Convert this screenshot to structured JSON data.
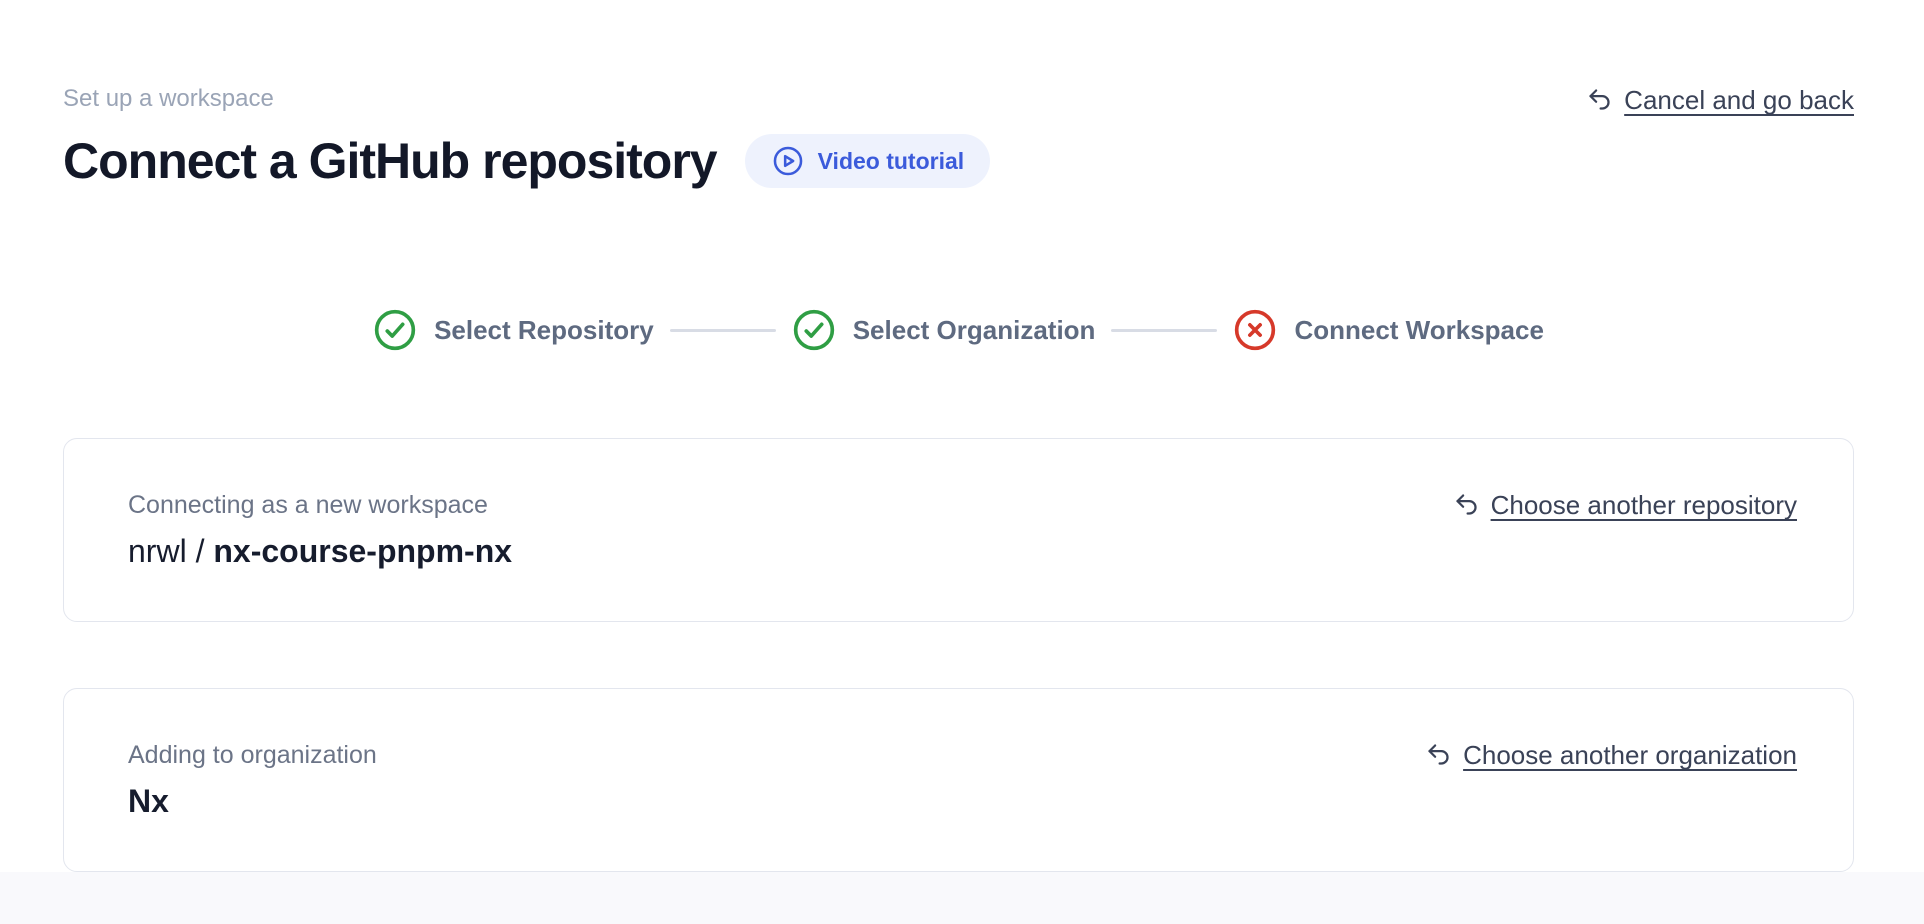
{
  "header": {
    "eyebrow": "Set up a workspace",
    "title": "Connect a GitHub repository",
    "video_tutorial_label": "Video tutorial",
    "cancel_label": "Cancel and go back"
  },
  "stepper": {
    "steps": [
      {
        "label": "Select Repository",
        "status": "complete"
      },
      {
        "label": "Select Organization",
        "status": "complete"
      },
      {
        "label": "Connect Workspace",
        "status": "error"
      }
    ]
  },
  "repository_card": {
    "label": "Connecting as a new workspace",
    "owner": "nrwl",
    "separator": " / ",
    "repo_name": "nx-course-pnpm-nx",
    "change_link_label": "Choose another repository"
  },
  "organization_card": {
    "label": "Adding to organization",
    "value": "Nx",
    "change_link_label": "Choose another organization"
  },
  "icons": {
    "video_tutorial": "circle-play-icon",
    "cancel": "undo-arrow-icon",
    "step_complete": "check-circle-icon",
    "step_error": "x-circle-icon",
    "change_repository": "undo-arrow-icon",
    "change_organization": "undo-arrow-icon"
  },
  "colors": {
    "accent_blue": "#3b5bdb",
    "accent_blue_bg": "#eef2fd",
    "success_green": "#2f9e44",
    "error_red": "#d6392a",
    "link_slate": "#3a4257",
    "muted_gray": "#9aa4b6",
    "card_border": "#e3e6ee"
  }
}
